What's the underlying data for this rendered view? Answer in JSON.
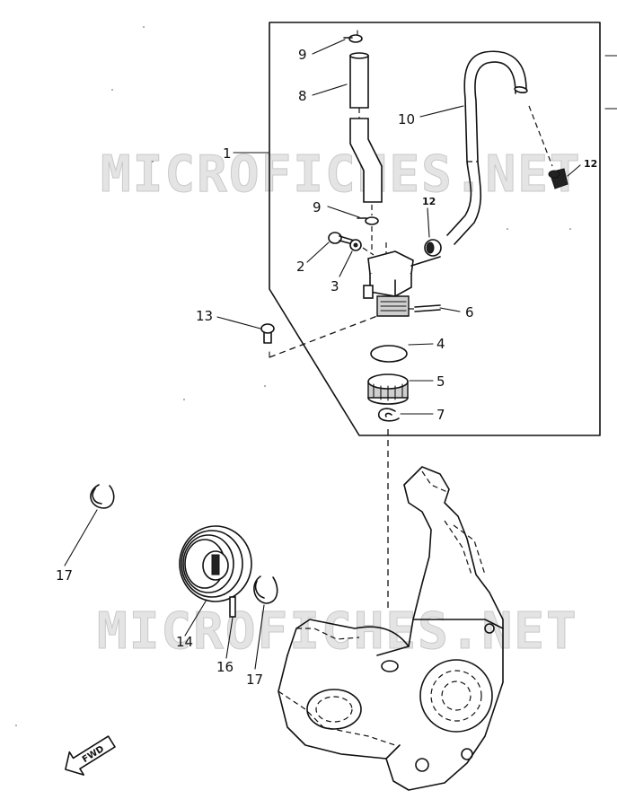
{
  "watermarks": [
    "MICROFICHES.NET",
    "MICROFICHES.NET"
  ],
  "callouts": [
    {
      "id": "c9a",
      "text": "9"
    },
    {
      "id": "c8",
      "text": "8"
    },
    {
      "id": "c10",
      "text": "10"
    },
    {
      "id": "c12a",
      "text": "12"
    },
    {
      "id": "c1",
      "text": "1"
    },
    {
      "id": "c9b",
      "text": "9"
    },
    {
      "id": "c12b",
      "text": "12"
    },
    {
      "id": "c2",
      "text": "2"
    },
    {
      "id": "c3",
      "text": "3"
    },
    {
      "id": "c13",
      "text": "13"
    },
    {
      "id": "c6",
      "text": "6"
    },
    {
      "id": "c4",
      "text": "4"
    },
    {
      "id": "c5",
      "text": "5"
    },
    {
      "id": "c7",
      "text": "7"
    },
    {
      "id": "c17a",
      "text": "17"
    },
    {
      "id": "c14",
      "text": "14"
    },
    {
      "id": "c16",
      "text": "16"
    },
    {
      "id": "c17b",
      "text": "17"
    }
  ],
  "direction_marker": {
    "text": "FWD",
    "icon": "fwd-arrow-icon"
  }
}
